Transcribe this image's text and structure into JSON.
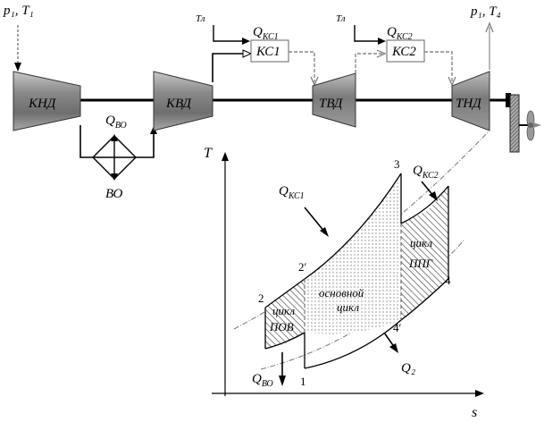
{
  "labels": {
    "inlet_state": "p₁, T₁",
    "outlet_state": "p₁, T₄",
    "lpc": "КНД",
    "hpc": "КВД",
    "hpt": "ТВД",
    "lpt": "ТНД",
    "cc1": "КС1",
    "cc2": "КС2",
    "intercooler": "ВО",
    "fuel1": "Тл",
    "fuel2": "Тл",
    "heat_cc1": "Q_КС1",
    "heat_cc2": "Q_КС2",
    "heat_ic": "Q_ВО"
  },
  "ts_diagram": {
    "axis_t": "T",
    "axis_s": "s",
    "points": [
      "1",
      "2",
      "2′",
      "3",
      "4",
      "4′"
    ],
    "q_cc1": "Q_КС1",
    "q_cc2": "Q_КС2",
    "q_ic": "Q_ВО",
    "q2": "Q₂",
    "region_main_line1": "основной",
    "region_main_line2": "цикл",
    "region_reheat_line1": "цикл",
    "region_reheat_line2": "ППГ",
    "region_ic_line1": "цикл",
    "region_ic_line2": "ПОВ"
  }
}
